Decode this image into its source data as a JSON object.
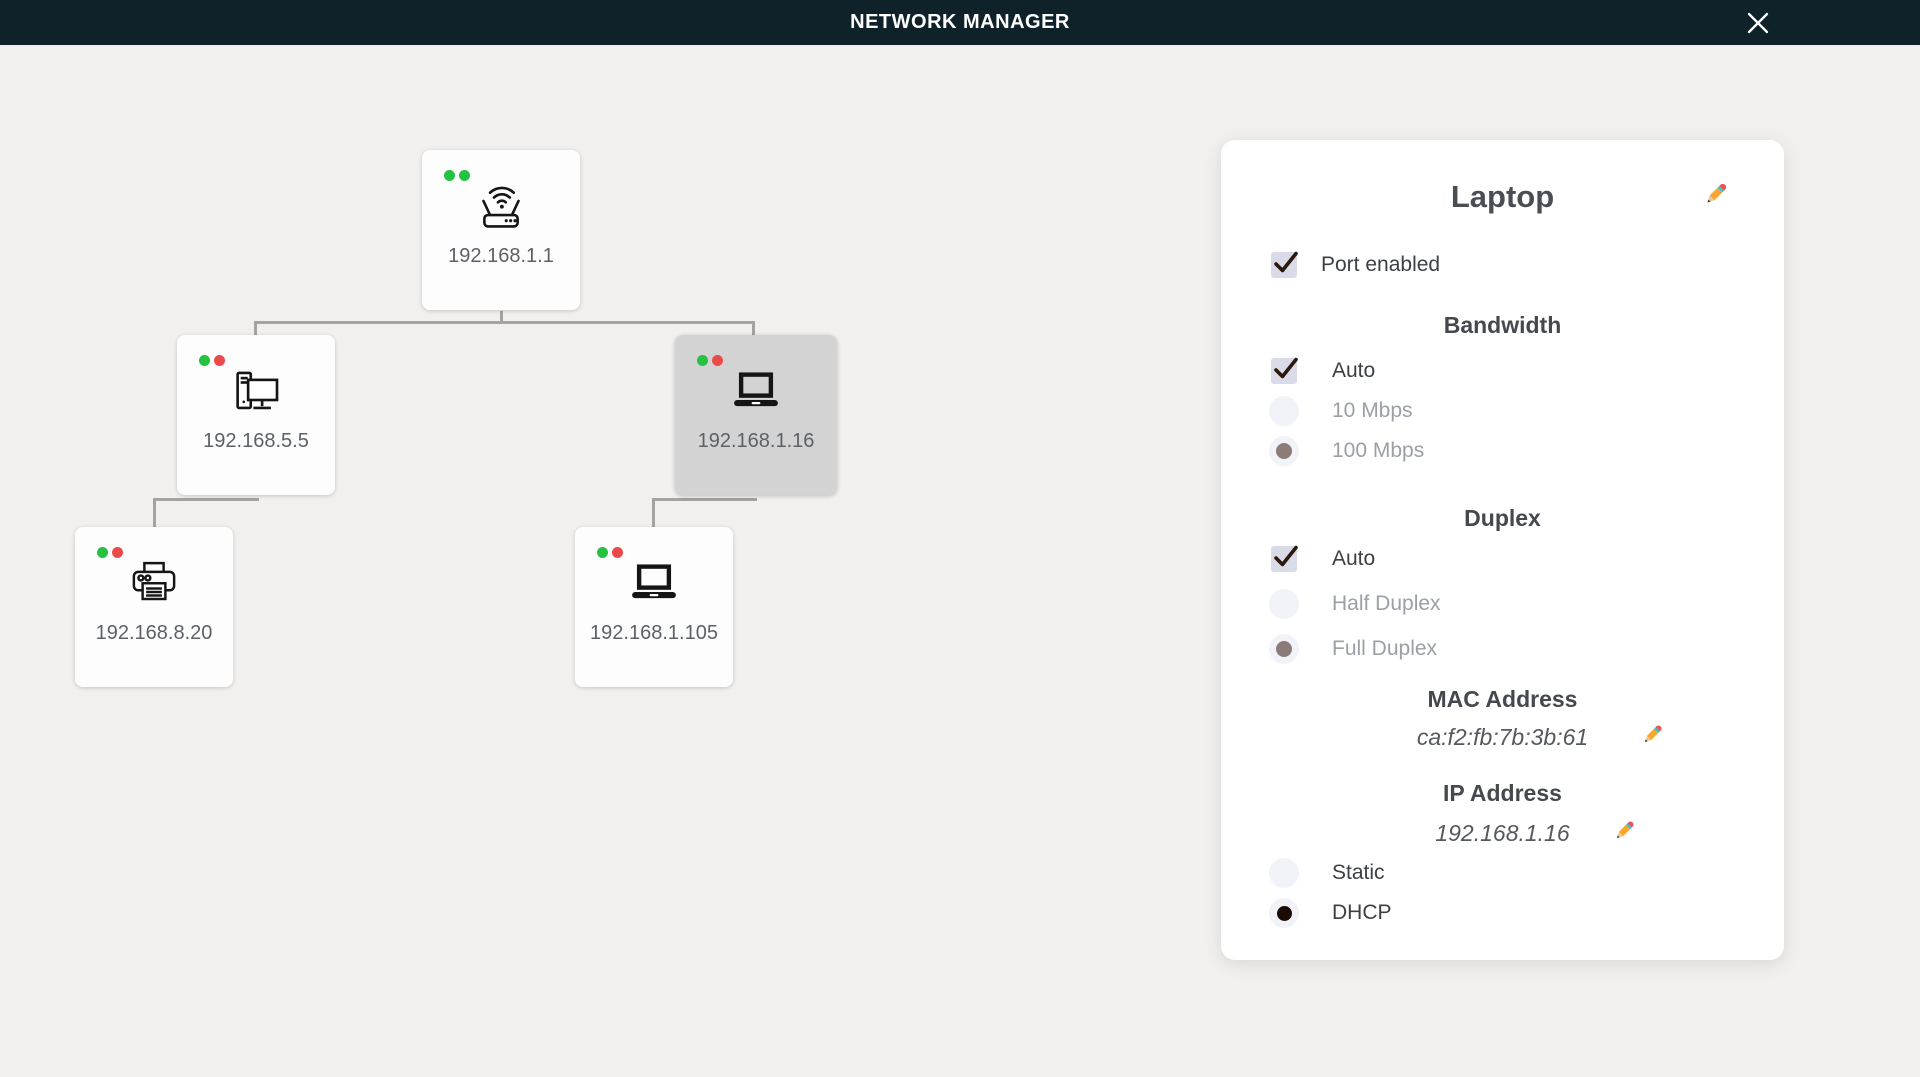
{
  "header": {
    "title": "NETWORK MANAGER"
  },
  "tree": {
    "nodes": [
      {
        "device": "router",
        "ip": "192.168.1.1",
        "leds": [
          "green",
          "green"
        ],
        "selected": false
      },
      {
        "device": "desktop",
        "ip": "192.168.5.5",
        "leds": [
          "green",
          "red"
        ],
        "selected": false
      },
      {
        "device": "laptop",
        "ip": "192.168.1.16",
        "leds": [
          "green",
          "red"
        ],
        "selected": true
      },
      {
        "device": "printer",
        "ip": "192.168.8.20",
        "leds": [
          "green",
          "red"
        ],
        "selected": false
      },
      {
        "device": "laptop",
        "ip": "192.168.1.105",
        "leds": [
          "green",
          "red"
        ],
        "selected": false
      }
    ]
  },
  "panel": {
    "title": "Laptop",
    "port": {
      "label": "Port enabled",
      "checked": true
    },
    "bandwidth": {
      "heading": "Bandwidth",
      "options": [
        {
          "label": "Auto",
          "control": "checkbox",
          "checked": true,
          "disabled": false
        },
        {
          "label": "10 Mbps",
          "control": "radio",
          "selected": false,
          "disabled": true
        },
        {
          "label": "100 Mbps",
          "control": "radio",
          "selected": true,
          "disabled": true
        }
      ]
    },
    "duplex": {
      "heading": "Duplex",
      "options": [
        {
          "label": "Auto",
          "control": "checkbox",
          "checked": true,
          "disabled": false
        },
        {
          "label": "Half Duplex",
          "control": "radio",
          "selected": false,
          "disabled": true
        },
        {
          "label": "Full Duplex",
          "control": "radio",
          "selected": true,
          "disabled": true
        }
      ]
    },
    "mac": {
      "heading": "MAC Address",
      "value": "ca:f2:fb:7b:3b:61"
    },
    "ip": {
      "heading": "IP Address",
      "value": "192.168.1.16",
      "options": [
        {
          "label": "Static",
          "selected": false
        },
        {
          "label": "DHCP",
          "selected": true
        }
      ]
    }
  },
  "colors": {
    "header_bg": "#0f222a",
    "page_bg": "#f1f0ee",
    "led_green": "#23c240",
    "led_red": "#e94b4b",
    "selected_node_bg": "#d3d3d3",
    "connector": "#a3a3a3",
    "check_mark": "#2b190d",
    "radio_muted_dot": "#8b7c7a",
    "radio_dark_dot": "#1c0a05"
  }
}
